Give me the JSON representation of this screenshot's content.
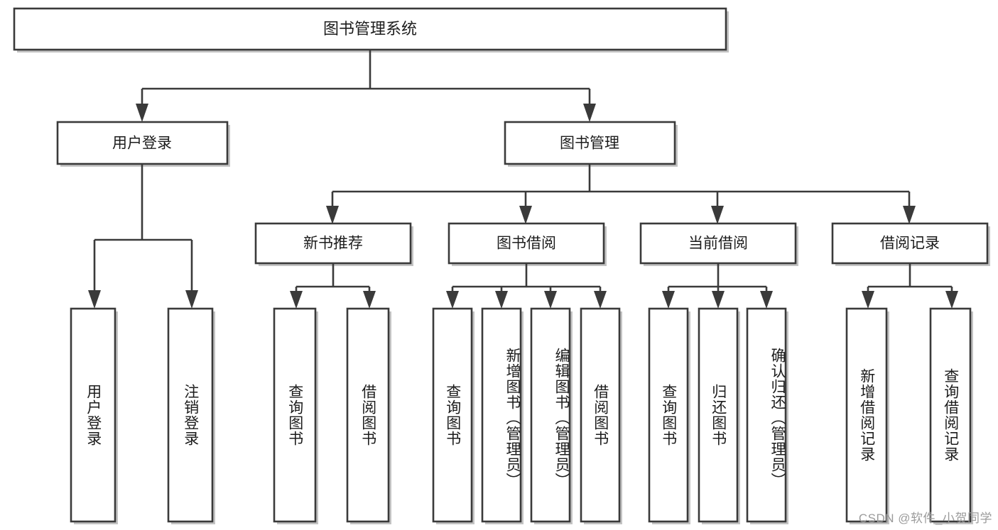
{
  "diagram": {
    "type": "hierarchy-tree",
    "title": "图书管理系统",
    "watermark": "CSDN @软件_小贺同学",
    "colors": {
      "stroke": "#3a3a3a",
      "fill": "#ffffff",
      "text": "#1c1c1c",
      "shadow": "#b9b9b9",
      "watermark": "#9b9b9b"
    },
    "root": {
      "label": "图书管理系统"
    },
    "level2": [
      {
        "label": "用户登录"
      },
      {
        "label": "图书管理"
      }
    ],
    "level3": [
      {
        "label": "新书推荐"
      },
      {
        "label": "图书借阅"
      },
      {
        "label": "当前借阅"
      },
      {
        "label": "借阅记录"
      }
    ],
    "leaves": {
      "user_login": [
        {
          "label": "用户登录"
        },
        {
          "label": "注销登录"
        }
      ],
      "new_book_recommend": [
        {
          "label": "查询图书"
        },
        {
          "label": "借阅图书"
        }
      ],
      "book_borrow": [
        {
          "label": "查询图书"
        },
        {
          "label": "新增图书（管理员）"
        },
        {
          "label": "编辑图书（管理员）"
        },
        {
          "label": "借阅图书"
        }
      ],
      "current_borrow": [
        {
          "label": "查询图书"
        },
        {
          "label": "归还图书"
        },
        {
          "label": "确认归还（管理员）"
        }
      ],
      "borrow_record": [
        {
          "label": "新增借阅记录"
        },
        {
          "label": "查询借阅记录"
        }
      ]
    }
  }
}
